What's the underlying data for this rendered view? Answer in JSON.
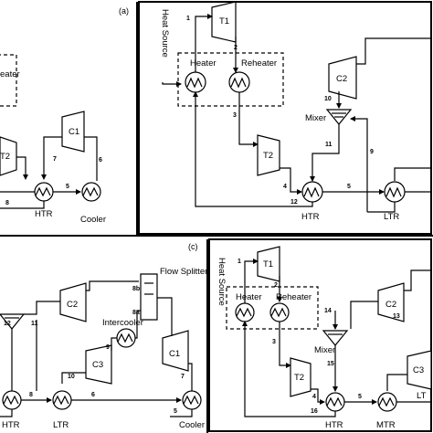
{
  "panels": {
    "a": {
      "tag": "(a)",
      "heater": "eater",
      "c1": "C1",
      "t2": "T2",
      "n7": "7",
      "n6": "6",
      "n8": "8",
      "n5": "5",
      "htr": "HTR",
      "cooler": "Cooler"
    },
    "b": {
      "heat_source": "Heat Source",
      "t1": "T1",
      "heater": "Heater",
      "reheater": "Reheater",
      "c2": "C2",
      "mixer": "Mixer",
      "t2": "T2",
      "htr": "HTR",
      "ltr": "LTR",
      "n1": "1",
      "n2": "2",
      "n3": "3",
      "n4": "4",
      "n5": "5",
      "n9": "9",
      "n10": "10",
      "n11": "11",
      "n12": "12"
    },
    "c": {
      "tag": "(c)",
      "c2": "C2",
      "flow_splitter": "Flow Splitter",
      "n8b": "8b",
      "n8a": "8a",
      "intercooler": "Intercooler",
      "c3": "C3",
      "c1": "C1",
      "htr": "HTR",
      "ltr": "LTR",
      "cooler": "Cooler",
      "n12": "12",
      "n11": "11",
      "n10": "10",
      "n9": "9",
      "n7": "7",
      "n8": "8",
      "n6": "6",
      "n5": "5"
    },
    "d": {
      "heat_source": "Heat Source",
      "t1": "T1",
      "heater": "Heater",
      "reheater": "Reheater",
      "c2": "C2",
      "mixer": "Mixer",
      "t2": "T2",
      "c3": "C3",
      "htr": "HTR",
      "mtr": "MTR",
      "ltr": "LT",
      "n1": "1",
      "n2": "2",
      "n3": "3",
      "n4": "4",
      "n5": "5",
      "n13": "13",
      "n14": "14",
      "n15": "15",
      "n16": "16"
    }
  }
}
